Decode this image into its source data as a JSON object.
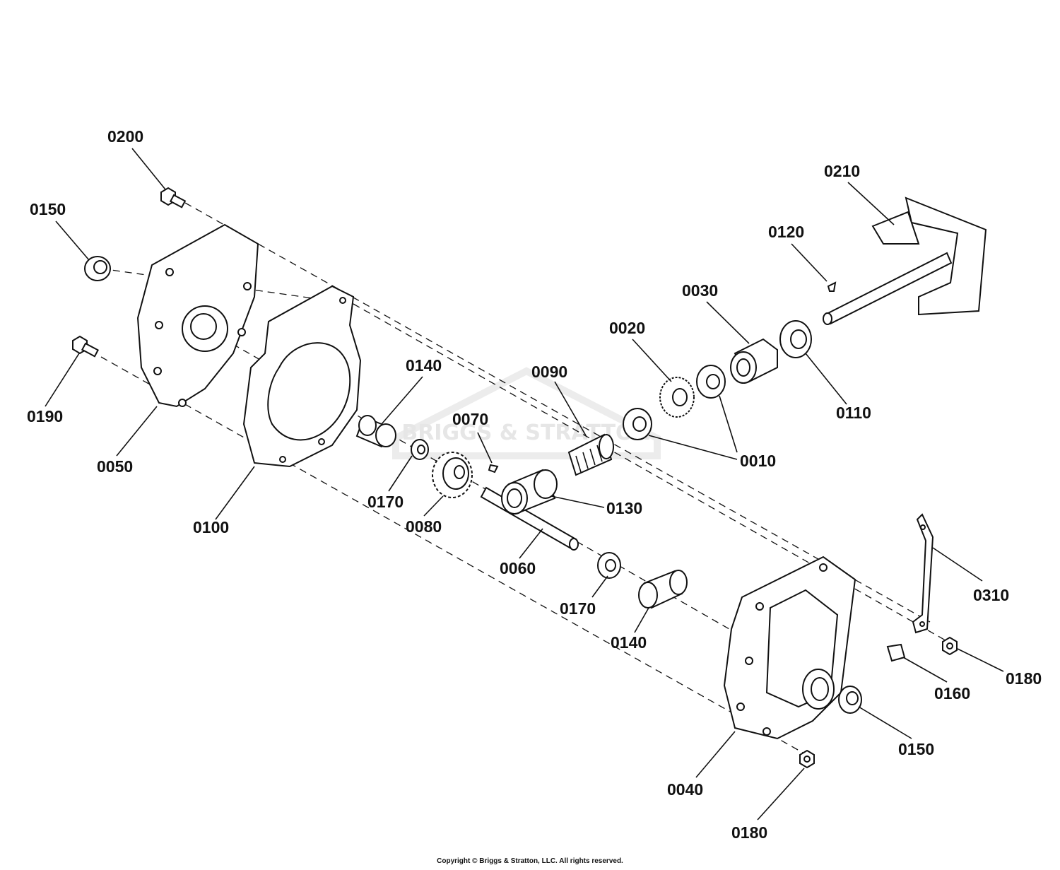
{
  "watermark": {
    "text": "BRIGGS & STRATTON"
  },
  "copyright": "Copyright © Briggs & Stratton, LLC. All rights reserved.",
  "callouts": [
    {
      "id": "0200",
      "label": "0200"
    },
    {
      "id": "0150-top",
      "label": "0150"
    },
    {
      "id": "0190",
      "label": "0190"
    },
    {
      "id": "0050",
      "label": "0050"
    },
    {
      "id": "0100",
      "label": "0100"
    },
    {
      "id": "0140-top",
      "label": "0140"
    },
    {
      "id": "0170-top",
      "label": "0170"
    },
    {
      "id": "0080",
      "label": "0080"
    },
    {
      "id": "0070",
      "label": "0070"
    },
    {
      "id": "0060",
      "label": "0060"
    },
    {
      "id": "0090",
      "label": "0090"
    },
    {
      "id": "0130",
      "label": "0130"
    },
    {
      "id": "0020",
      "label": "0020"
    },
    {
      "id": "0010",
      "label": "0010"
    },
    {
      "id": "0030",
      "label": "0030"
    },
    {
      "id": "0120",
      "label": "0120"
    },
    {
      "id": "0110",
      "label": "0110"
    },
    {
      "id": "0210",
      "label": "0210"
    },
    {
      "id": "0170-bottom",
      "label": "0170"
    },
    {
      "id": "0140-bottom",
      "label": "0140"
    },
    {
      "id": "0310",
      "label": "0310"
    },
    {
      "id": "0160",
      "label": "0160"
    },
    {
      "id": "0180-right",
      "label": "0180"
    },
    {
      "id": "0150-bottom",
      "label": "0150"
    },
    {
      "id": "0040",
      "label": "0040"
    },
    {
      "id": "0180-bottom",
      "label": "0180"
    }
  ]
}
